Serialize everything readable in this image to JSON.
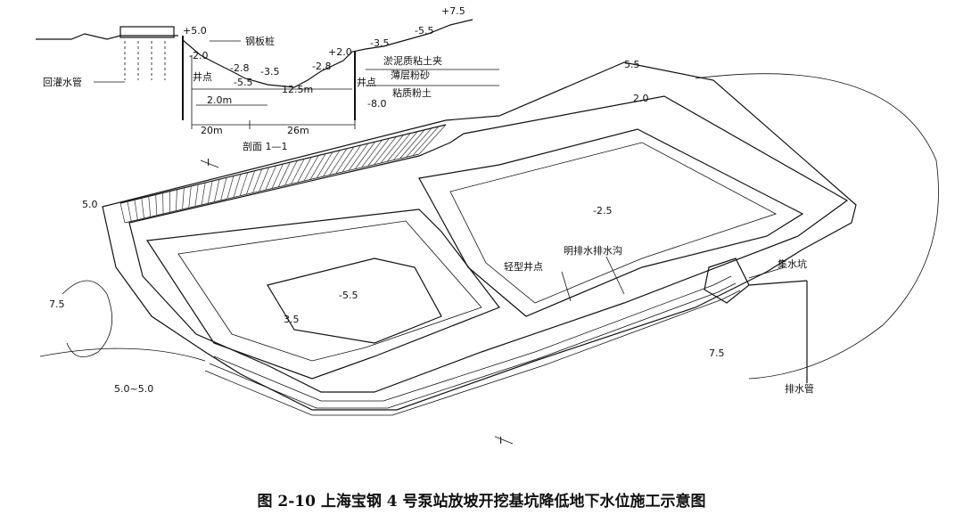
{
  "caption": "图 2-10 上海宝钢 4 号泵站放坡开挖基坑降低地下水位施工示意图",
  "section": {
    "title": "剖面 1—1",
    "elev_top_left": "+5.0",
    "elev_right_top": "+7.5",
    "elev_upper_slope": "-5.5",
    "elev_berm": "+2.0",
    "elev_berm2": "-3.5",
    "elev_mid": "-2.8",
    "elev_mid2": "-3.5",
    "elev_mid3": "-2.8",
    "elev_bottom": "-5.5",
    "elev_left_well": "-2.0",
    "elev_right_bottom": "-8.0",
    "steel_pile": "钢板桩",
    "recharge_pipe": "回灌水管",
    "well_left": "井点",
    "well_right": "井点",
    "soil_1": "淤泥质粘土夹",
    "soil_2": "薄层粉砂",
    "soil_3": "粘质粉土",
    "dim_a": "2.0m",
    "dim_b": "12.5m",
    "dim_c": "20m",
    "dim_d": "26m"
  },
  "plan": {
    "elev_top_right": "5.5",
    "elev_right_inner": "2.0",
    "elev_left": "5.0",
    "elev_bottom_left": "7.5",
    "elev_bottom_right": "7.5",
    "elev_corner": "5.0~5.0",
    "elev_basin": "-2.5",
    "elev_pit": "-5.5",
    "elev_slope": "3.5",
    "open_ditch": "明排水排水沟",
    "light_well": "轻型井点",
    "sump": "集水坑",
    "drain_pipe": "排水管",
    "section_mark_top": "I",
    "section_mark_bottom": "I"
  }
}
